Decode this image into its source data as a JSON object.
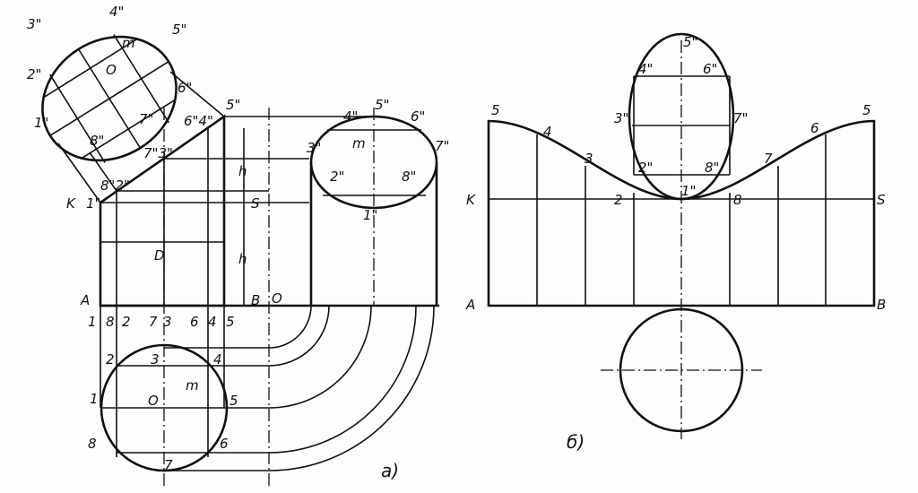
{
  "view_a": {
    "caption": "а)",
    "tilted_section": [
      "1\"",
      "2\"",
      "3\"",
      "4\"",
      "5\"",
      "6\"",
      "7\"",
      "8\"",
      "O",
      "m"
    ],
    "front_labels": {
      "K": "K",
      "one": "1\"",
      "eight_two": "8\"2\"",
      "seven_three": "7\"3\"",
      "six_four": "6\"4\"",
      "five": "5\"",
      "A": "A",
      "h1": "h",
      "S": "S",
      "h2": "h",
      "B": "B",
      "O": "O",
      "D": "D"
    },
    "side_labels": [
      "1\"",
      "2\"",
      "3\"",
      "4\"",
      "5\"",
      "6\"",
      "7\"",
      "8\"",
      "m"
    ],
    "base_row": [
      "1",
      "8",
      "2",
      "7",
      "3",
      "6",
      "4",
      "5"
    ],
    "plan_labels": [
      "1",
      "2",
      "3",
      "4",
      "5",
      "6",
      "7",
      "8",
      "O",
      "m"
    ]
  },
  "view_b": {
    "caption": "б)",
    "curve_labels": [
      "5",
      "4",
      "3",
      "2",
      "1\"",
      "8",
      "7",
      "6",
      "5"
    ],
    "circle_labels": [
      "2\"",
      "3\"",
      "4\"",
      "5\"",
      "6\"",
      "7\"",
      "8\""
    ],
    "corners": {
      "K": "K",
      "S": "S",
      "A": "A",
      "B": "B"
    }
  }
}
